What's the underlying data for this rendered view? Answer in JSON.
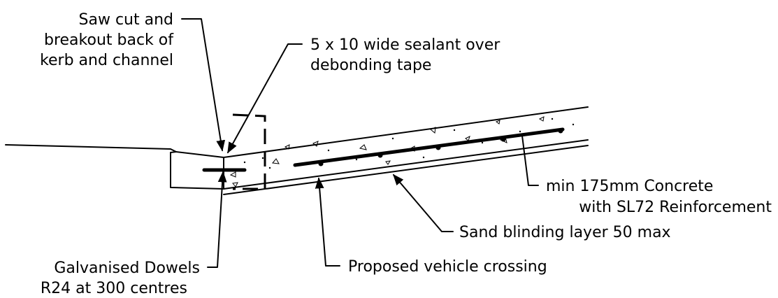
{
  "labels": {
    "saw_cut": [
      "Saw cut and",
      "breakout back of",
      "kerb and channel"
    ],
    "sealant": [
      "5 x 10 wide sealant over",
      "debonding tape"
    ],
    "concrete": [
      "min 175mm Concrete",
      "with SL72 Reinforcement"
    ],
    "sand": "Sand blinding layer 50 max",
    "vehicle": "Proposed vehicle crossing",
    "dowels": [
      "Galvanised Dowels",
      "R24 at 300 centres"
    ]
  }
}
